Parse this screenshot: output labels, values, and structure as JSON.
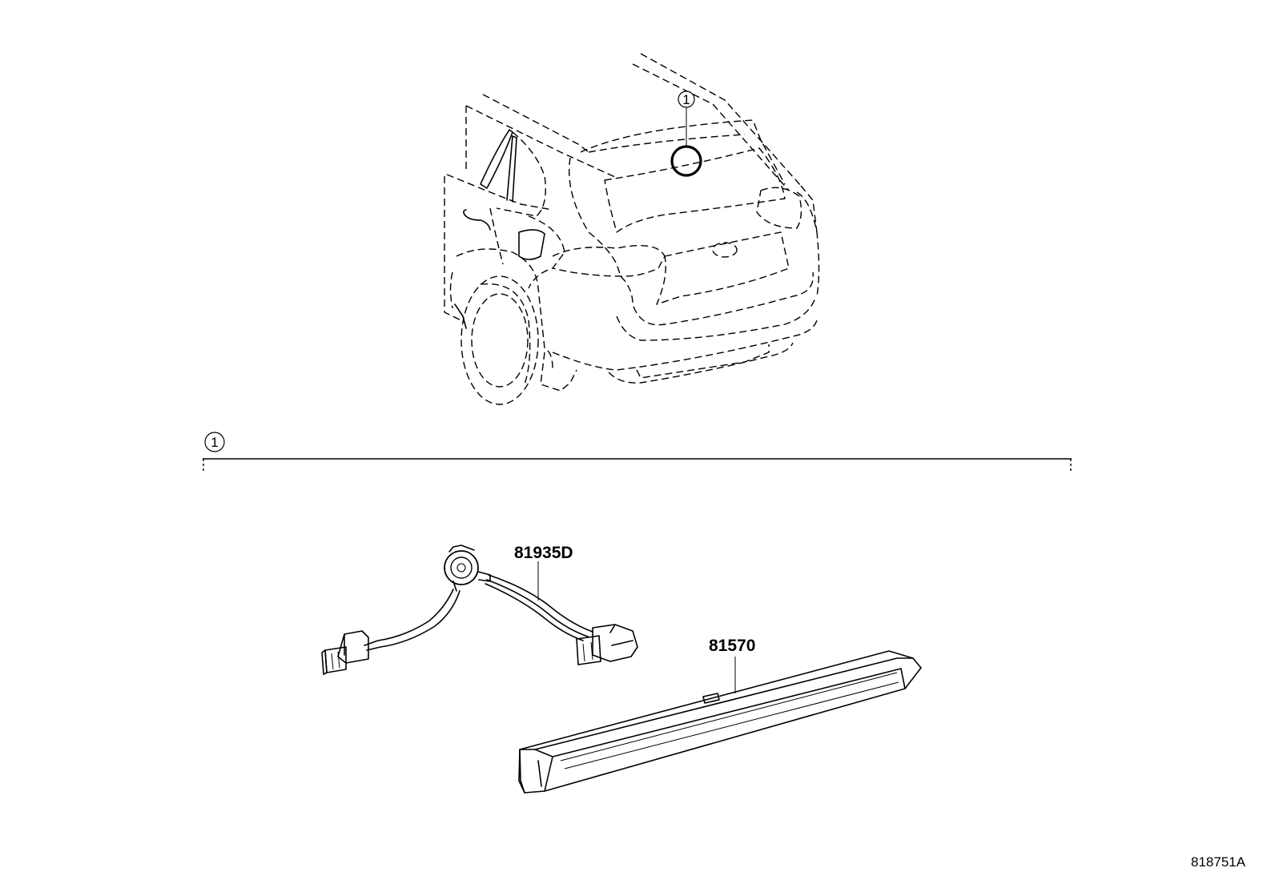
{
  "callouts": [
    {
      "id": "1"
    }
  ],
  "parts": [
    {
      "number": "81935D"
    },
    {
      "number": "81570"
    }
  ],
  "diagram_ref": "818751A"
}
